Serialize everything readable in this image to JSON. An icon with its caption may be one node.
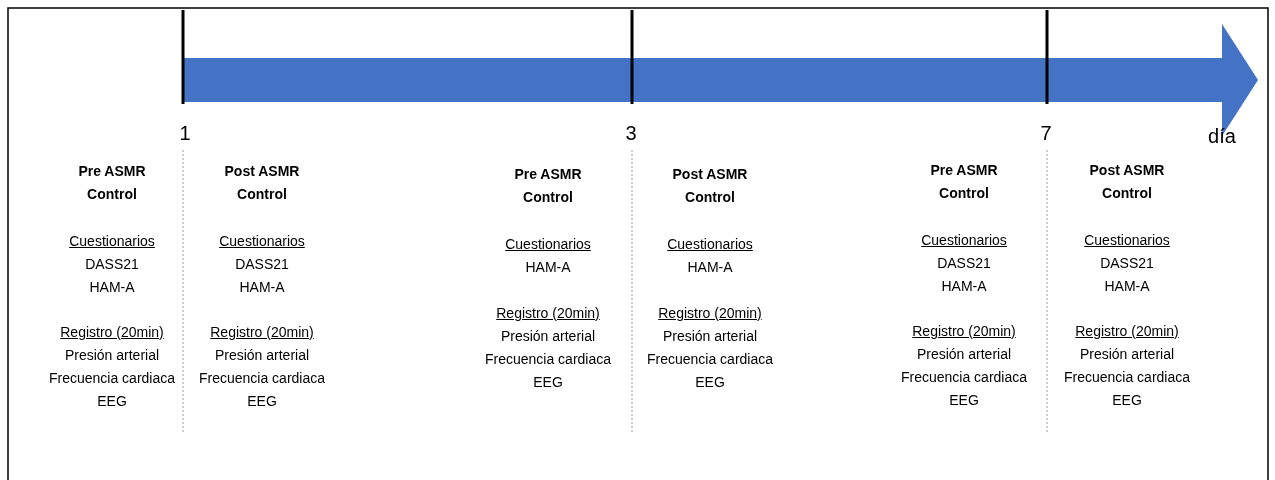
{
  "diagram": {
    "labels": [
      "1",
      "3",
      "7",
      "día",
      "Pre ASMR Control",
      "Cuestionarios",
      "DASS21",
      "HAM-A",
      "Registro (20min)",
      "Presión arterial",
      "Frecuencia cardiaca",
      "EEG",
      "Post ASMR Control",
      "Cuestionarios",
      "DASS21",
      "HAM-A",
      "Registro (20min)",
      "Presión arterial",
      "Frecuencia cardiaca",
      "EEG",
      "Pre ASMR Control",
      "Cuestionarios",
      "HAM-A",
      "Registro (20min)",
      "Presión arterial",
      "Frecuencia cardiaca",
      "EEG",
      "Post ASMR Control",
      "Cuestionarios",
      "HAM-A",
      "Registro (20min)",
      "Presión arterial",
      "Frecuencia cardiaca",
      "EEG",
      "Pre ASMR Control",
      "Cuestionarios",
      "DASS21",
      "HAM-A",
      "Registro (20min)",
      "Presión arterial",
      "Frecuencia cardiaca",
      "EEG",
      "Post ASMR Control",
      "Cuestionarios",
      "DASS21",
      "HAM-A",
      "Registro (20min)",
      "Presión arterial",
      "Frecuencia cardiaca",
      "EEG"
    ]
  }
}
